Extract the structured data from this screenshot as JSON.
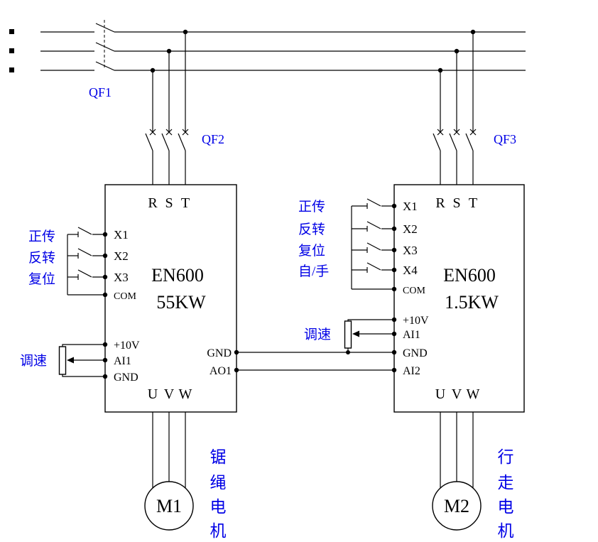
{
  "colors": {
    "wire": "#000000",
    "label_blue": "#0000e6",
    "background": "#ffffff"
  },
  "labels": {
    "qf1": "QF1",
    "qf2": "QF2",
    "qf3": "QF3"
  },
  "left": {
    "model": "EN600",
    "rating": "55KW",
    "rst": [
      "R",
      "S",
      "T"
    ],
    "uvw": [
      "U",
      "V",
      "W"
    ],
    "digital": [
      "X1",
      "X2",
      "X3"
    ],
    "com": "COM",
    "analog": [
      "+10V",
      "AI1",
      "GND"
    ],
    "right_side": [
      "GND",
      "AO1"
    ],
    "controls": [
      "正传",
      "反转",
      "复位"
    ],
    "speed": "调速",
    "motor": "M1",
    "motor_name": [
      "锯",
      "绳",
      "电",
      "机"
    ]
  },
  "right": {
    "model": "EN600",
    "rating": "1.5KW",
    "rst": [
      "R",
      "S",
      "T"
    ],
    "uvw": [
      "U",
      "V",
      "W"
    ],
    "digital": [
      "X1",
      "X2",
      "X3",
      "X4"
    ],
    "com": "COM",
    "analog": [
      "+10V",
      "AI1",
      "GND",
      "AI2"
    ],
    "controls": [
      "正传",
      "反转",
      "复位",
      "自/手"
    ],
    "speed": "调速",
    "motor": "M2",
    "motor_name": [
      "行",
      "走",
      "电",
      "机"
    ]
  }
}
